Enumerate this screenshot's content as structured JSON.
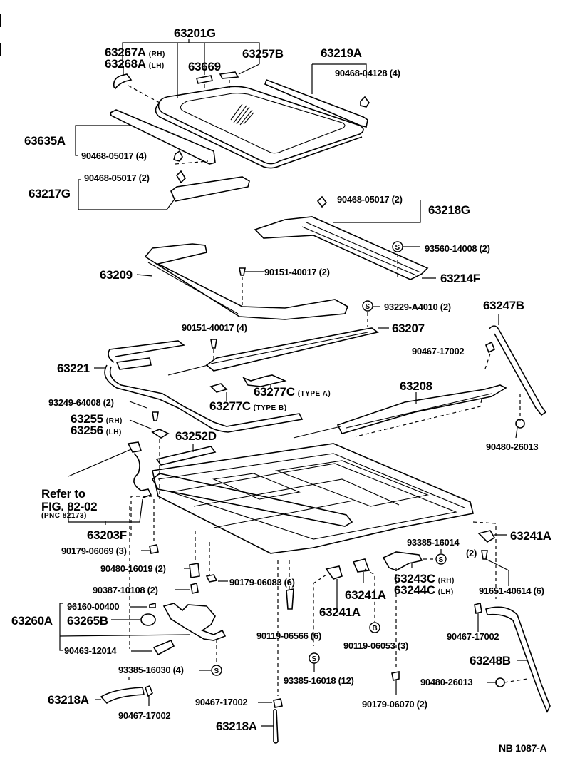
{
  "diagram": {
    "title": "Sliding roof / sunroof assembly exploded parts diagram",
    "figure_code": "NB  1087-A",
    "symbols": {
      "S": "S",
      "B": "B"
    },
    "callouts": {
      "c63201G": "63201G",
      "c63267A": "63267A",
      "c63267A_side": "(RH)",
      "c63268A": "63268A",
      "c63268A_side": "(LH)",
      "c63669": "63669",
      "c63257B": "63257B",
      "c63219A": "63219A",
      "c90468_04128": "90468-04128 (4)",
      "c63635A": "63635A",
      "c90468_05017_4": "90468-05017 (4)",
      "c90468_05017_2a": "90468-05017 (2)",
      "c63217G": "63217G",
      "c90468_05017_2b": "90468-05017 (2)",
      "c63218G": "63218G",
      "c93560_14008": "93560-14008 (2)",
      "c63209": "63209",
      "c90151_40017_2": "90151-40017 (2)",
      "c63214F": "63214F",
      "c93229_A4010": "93229-A4010 (2)",
      "c63247B": "63247B",
      "c90151_40017_4": "90151-40017 (4)",
      "c63207": "63207",
      "c63221": "63221",
      "c90467_17002_a": "90467-17002",
      "c63277C_A": "63277C",
      "c63277C_A_side": "(TYPE  A)",
      "c63277C_B": "63277C",
      "c63277C_B_side": "(TYPE  B)",
      "c63208": "63208",
      "c93249_64008": "93249-64008 (2)",
      "c63255": "63255",
      "c63255_side": "(RH)",
      "c63256": "63256",
      "c63256_side": "(LH)",
      "c63252D": "63252D",
      "c90480_26013_a": "90480-26013",
      "refer_line1": "Refer to",
      "refer_line2": "FIG. 82-02",
      "refer_line3": "(PNC 82173)",
      "c63203F": "63203F",
      "c63241A_a": "63241A",
      "c93385_16014": "93385-16014",
      "c93385_16014_qty": "(2)",
      "c90179_06069": "90179-06069 (3)",
      "c90480_16019": "90480-16019 (2)",
      "c90179_06083": "90179-06083 (6)",
      "c90387_10108": "90387-10108 (2)",
      "c63243C": "63243C",
      "c63243C_side": "(RH)",
      "c63244C": "63244C",
      "c63244C_side": "(LH)",
      "c91651_40614": "91651-40614 (6)",
      "c96160_00400": "96160-00400",
      "c63260A": "63260A",
      "c63265B": "63265B",
      "c63241A_b": "63241A",
      "c63241A_c": "63241A",
      "c90119_06566": "90119-06566 (6)",
      "c90463_12014": "90463-12014",
      "c90119_06053": "90119-06053 (3)",
      "c90467_17002_b": "90467-17002",
      "c93385_16030": "93385-16030 (4)",
      "c93385_16018": "93385-16018 (12)",
      "c63248B": "63248B",
      "c63218A_a": "63218A",
      "c90467_17002_c": "90467-17002",
      "c90467_17002_d": "90467-17002",
      "c90480_26013_b": "90480-26013",
      "c90179_06070": "90179-06070 (2)",
      "c63218A_b": "63218A"
    }
  }
}
